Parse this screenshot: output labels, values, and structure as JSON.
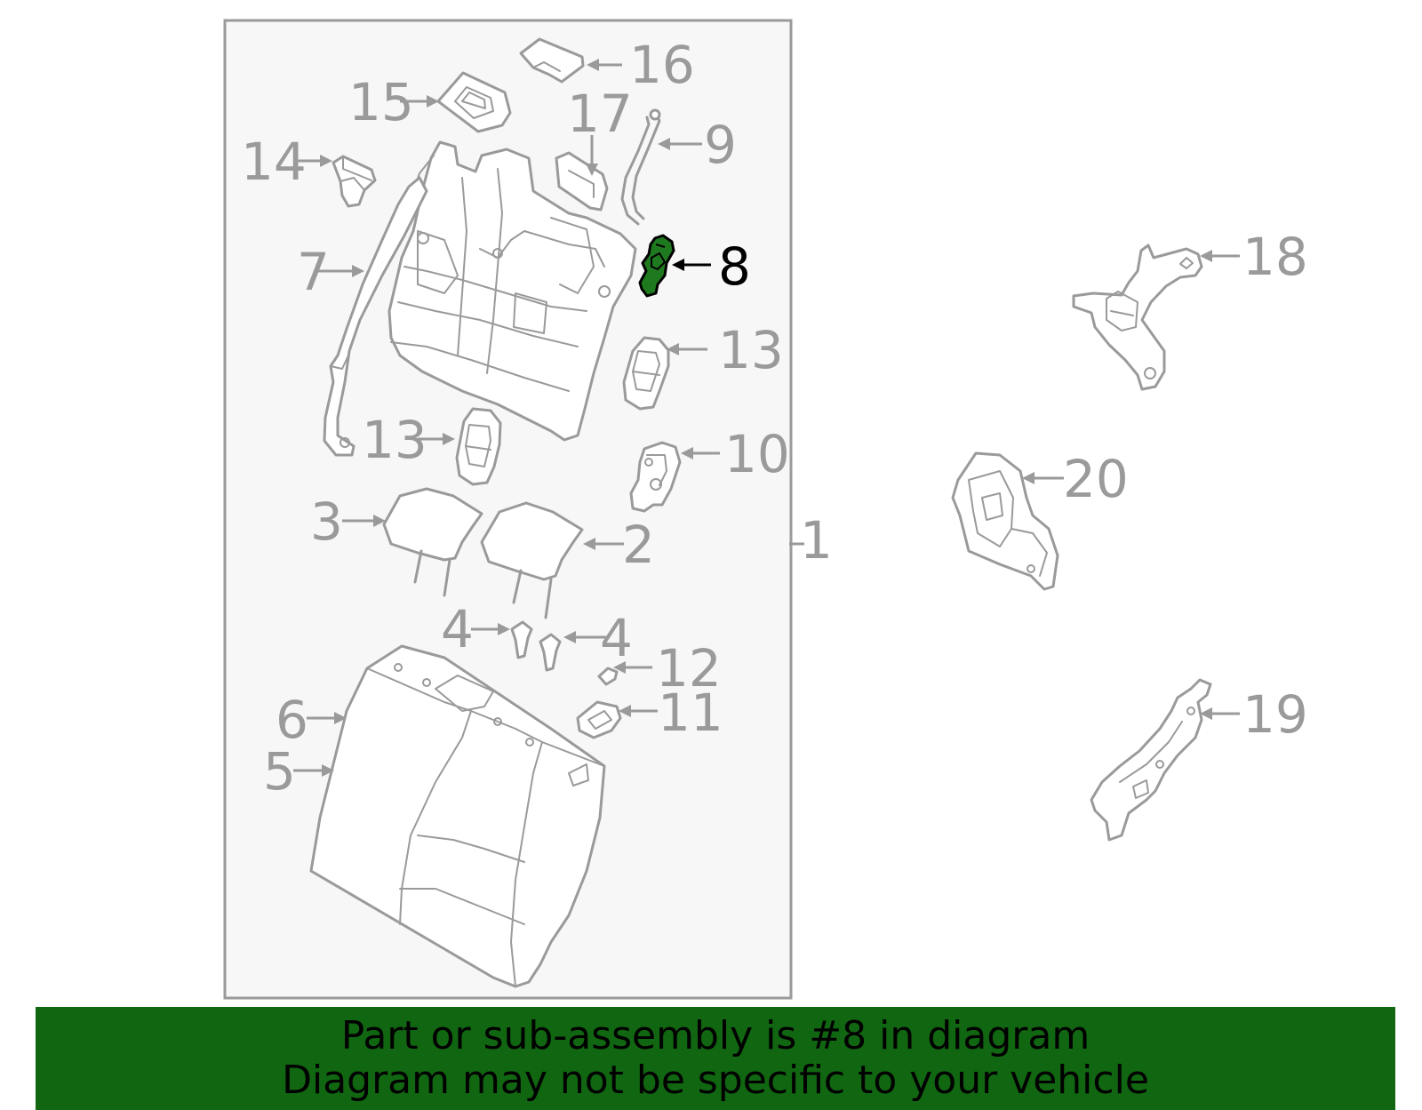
{
  "callouts": {
    "c1": "1",
    "c2": "2",
    "c3": "3",
    "c4a": "4",
    "c4b": "4",
    "c5": "5",
    "c6": "6",
    "c7": "7",
    "c8": "8",
    "c9": "9",
    "c10": "10",
    "c11": "11",
    "c12": "12",
    "c13a": "13",
    "c13b": "13",
    "c14": "14",
    "c15": "15",
    "c16": "16",
    "c17": "17",
    "c18": "18",
    "c19": "19",
    "c20": "20"
  },
  "highlighted_part": "8",
  "colors": {
    "outline": "#9a9a9a",
    "highlight_fill": "#1f7a1f",
    "banner_background": "#116611",
    "panel_background": "#f7f7f7"
  },
  "banner": {
    "line1": "Part or sub-assembly is #8 in diagram",
    "line2": "Diagram may not be specific to your vehicle"
  }
}
